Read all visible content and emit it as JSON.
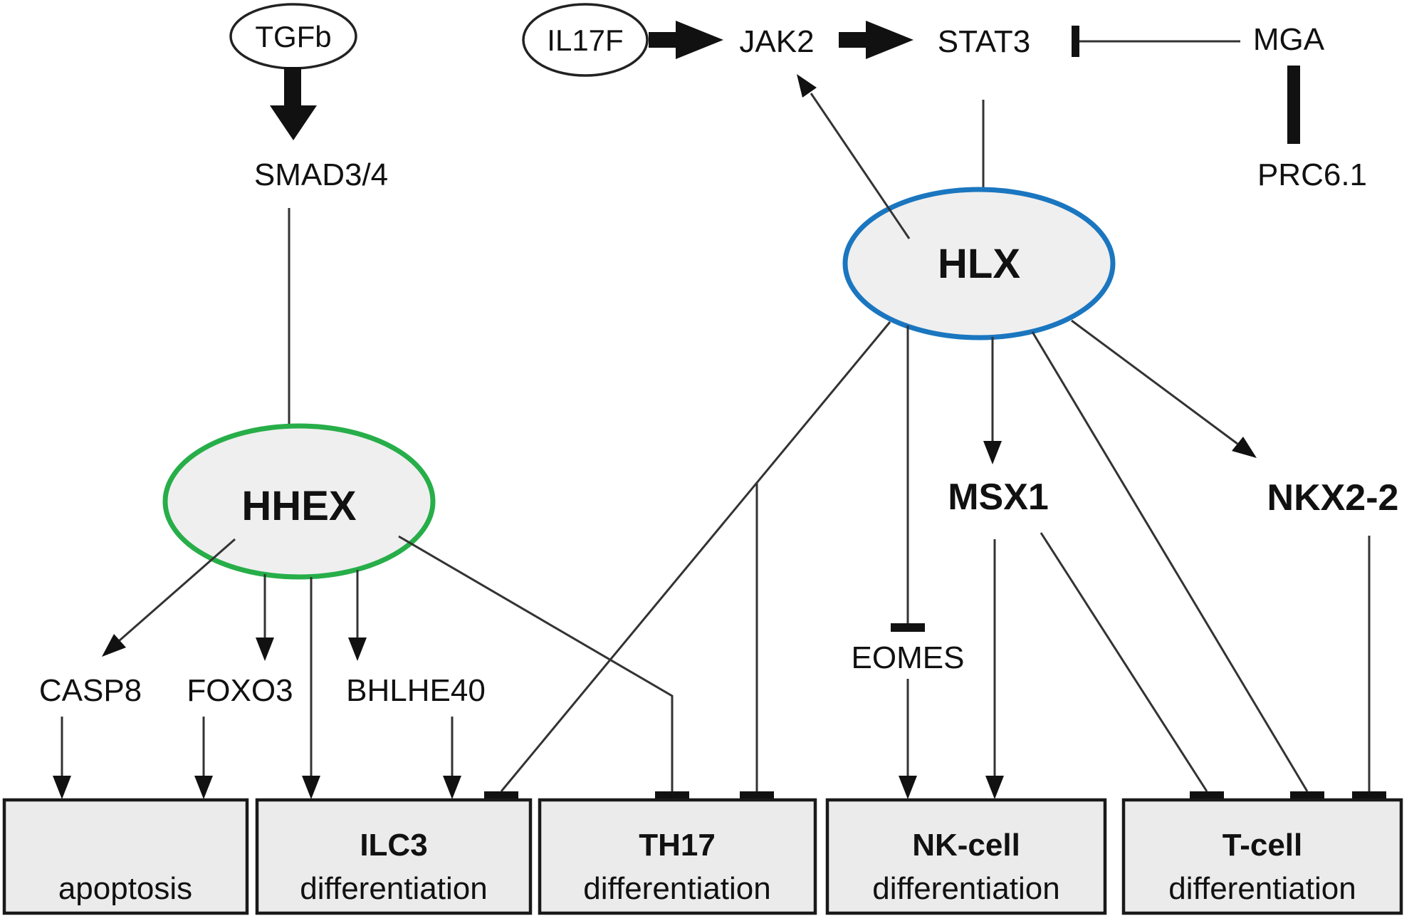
{
  "colors": {
    "hlx_blue": "#1B76C0",
    "hhex_green": "#27AE49",
    "ellipse_fill": "#EFEFEF",
    "box_fill": "#EBEBEB",
    "line": "#333333"
  },
  "nodes": {
    "tgfb": "TGFb",
    "smad34": "SMAD3/4",
    "il17f": "IL17F",
    "jak2": "JAK2",
    "stat3": "STAT3",
    "mga": "MGA",
    "prc61": "PRC6.1",
    "hlx": "HLX",
    "hhex": "HHEX",
    "casp8": "CASP8",
    "foxo3": "FOXO3",
    "bhlhe40": "BHLHE40",
    "eomes": "EOMES",
    "msx1": "MSX1",
    "nkx22": "NKX2-2"
  },
  "boxes": [
    {
      "bold": "",
      "text": "apoptosis"
    },
    {
      "bold": "ILC3",
      "text": "differentiation"
    },
    {
      "bold": "TH17",
      "text": "differentiation"
    },
    {
      "bold": "NK-cell",
      "text": "differentiation"
    },
    {
      "bold": "T-cell",
      "text": "differentiation"
    }
  ],
  "edges": [
    {
      "from": "TGFb",
      "to": "SMAD3/4",
      "type": "activation-thick"
    },
    {
      "from": "SMAD3/4",
      "to": "HHEX",
      "type": "inhibition"
    },
    {
      "from": "IL17F",
      "to": "JAK2",
      "type": "activation-thick"
    },
    {
      "from": "JAK2",
      "to": "STAT3",
      "type": "activation-thick"
    },
    {
      "from": "MGA",
      "to": "STAT3",
      "type": "inhibition"
    },
    {
      "from": "MGA",
      "to": "PRC6.1",
      "type": "thick-link"
    },
    {
      "from": "STAT3",
      "to": "HLX",
      "type": "activation"
    },
    {
      "from": "HLX",
      "to": "JAK2",
      "type": "activation"
    },
    {
      "from": "HHEX",
      "to": "CASP8",
      "type": "activation"
    },
    {
      "from": "HHEX",
      "to": "FOXO3",
      "type": "activation"
    },
    {
      "from": "HHEX",
      "to": "BHLHE40",
      "type": "activation"
    },
    {
      "from": "HHEX",
      "to": "ILC3 differentiation",
      "type": "activation"
    },
    {
      "from": "HHEX",
      "to": "TH17 differentiation",
      "type": "inhibition"
    },
    {
      "from": "CASP8",
      "to": "apoptosis",
      "type": "activation"
    },
    {
      "from": "FOXO3",
      "to": "apoptosis",
      "type": "activation"
    },
    {
      "from": "BHLHE40",
      "to": "ILC3 differentiation",
      "type": "activation"
    },
    {
      "from": "HLX",
      "to": "ILC3 differentiation",
      "type": "inhibition"
    },
    {
      "from": "HLX",
      "to": "TH17 differentiation",
      "type": "inhibition"
    },
    {
      "from": "HLX",
      "to": "EOMES",
      "type": "inhibition"
    },
    {
      "from": "HLX",
      "to": "MSX1",
      "type": "activation"
    },
    {
      "from": "HLX",
      "to": "NKX2-2",
      "type": "activation"
    },
    {
      "from": "HLX",
      "to": "T-cell differentiation",
      "type": "inhibition"
    },
    {
      "from": "EOMES",
      "to": "NK-cell differentiation",
      "type": "activation"
    },
    {
      "from": "MSX1",
      "to": "NK-cell differentiation",
      "type": "activation"
    },
    {
      "from": "MSX1",
      "to": "T-cell differentiation",
      "type": "inhibition"
    },
    {
      "from": "NKX2-2",
      "to": "T-cell differentiation",
      "type": "inhibition"
    }
  ]
}
